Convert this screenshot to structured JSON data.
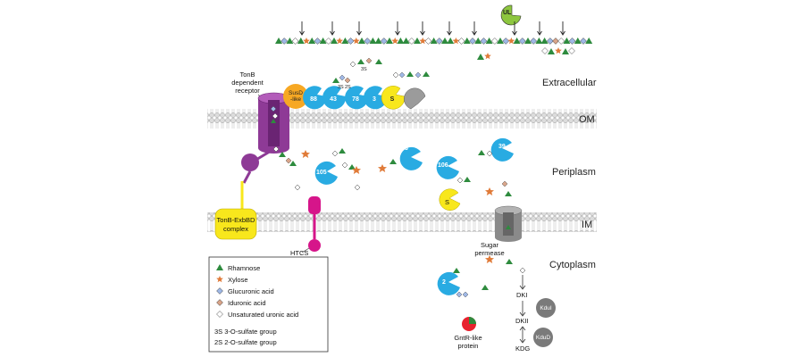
{
  "regions": {
    "extracellular": "Extracellular",
    "om": "OM",
    "periplasm": "Periplasm",
    "im": "IM",
    "cytoplasm": "Cytoplasm"
  },
  "labels": {
    "tonb_receptor": [
      "TonB",
      "dependent",
      "receptor"
    ],
    "tonb_exbbd": [
      "TonB-ExbBD",
      "complex"
    ],
    "htcs": "HTCS",
    "sugar_permease": [
      "Sugar",
      "permease"
    ],
    "gntr": [
      "GntR-like",
      "protein"
    ],
    "ul": "UL",
    "susd": [
      "SusD",
      "-like"
    ]
  },
  "om_enzymes": [
    "88",
    "43",
    "78",
    "3",
    "S"
  ],
  "peri_enzymes": {
    "e105": "105",
    "e3": "3",
    "e106": "106",
    "e39": "39",
    "es": "S"
  },
  "cyto_enzymes": {
    "e2": "2",
    "kdul": "KduI",
    "kdud": "KduD"
  },
  "metabolites": [
    "DKI",
    "DKII",
    "KDG"
  ],
  "sulfate_marks": [
    "3S",
    "2S",
    "3S"
  ],
  "legend": {
    "items": [
      {
        "label": "Rhamnose",
        "shape": "triangle",
        "color": "#2e8b3e"
      },
      {
        "label": "Xylose",
        "shape": "star",
        "color": "#e07b39"
      },
      {
        "label": "Glucuronic acid",
        "shape": "diamond",
        "color": "#9fb8e6"
      },
      {
        "label": "Iduronic acid",
        "shape": "diamond",
        "color": "#d9a58a"
      },
      {
        "label": "Unsaturated uronic acid",
        "shape": "diamond",
        "color": "#ffffff"
      }
    ],
    "notes": [
      "3S 3-O-sulfate group",
      "2S 2-O-sulfate group"
    ]
  },
  "colors": {
    "enzyme_blue": "#29abe2",
    "susd_orange": "#f7a823",
    "tonb_purple": "#8e3a96",
    "htcs_magenta": "#d6158a",
    "yellow": "#f8e71c",
    "gray": "#9b9b9b",
    "ul_green": "#8dc63f",
    "gntr_red": "#e8222e"
  }
}
